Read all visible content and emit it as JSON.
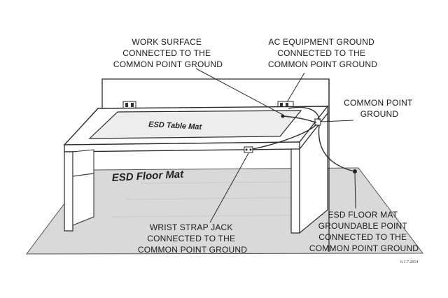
{
  "labels": {
    "work_surface": [
      "WORK SURFACE",
      "CONNECTED TO THE",
      "COMMON POINT GROUND"
    ],
    "ac_equipment": [
      "AC EQUIPMENT GROUND",
      "CONNECTED TO THE",
      "COMMON POINT GROUND"
    ],
    "common_point": [
      "COMMON POINT",
      "GROUND"
    ],
    "wrist_strap": [
      "WRIST STRAP JACK",
      "CONNECTED TO THE",
      "COMMON POINT GROUND"
    ],
    "floor_mat_point": [
      "ESD FLOOR MAT",
      "GROUNDABLE POINT",
      "CONNECTED TO THE",
      "COMMON POINT GROUND"
    ]
  },
  "mats": {
    "table_mat": "ESD Table Mat",
    "floor_mat": "ESD Floor Mat"
  },
  "drawing_code": "6.1.7.2014",
  "colors": {
    "line": "#2a2a2a",
    "floor": "#d9d9d9",
    "table_mat": "#ededed",
    "background": "#ffffff"
  }
}
